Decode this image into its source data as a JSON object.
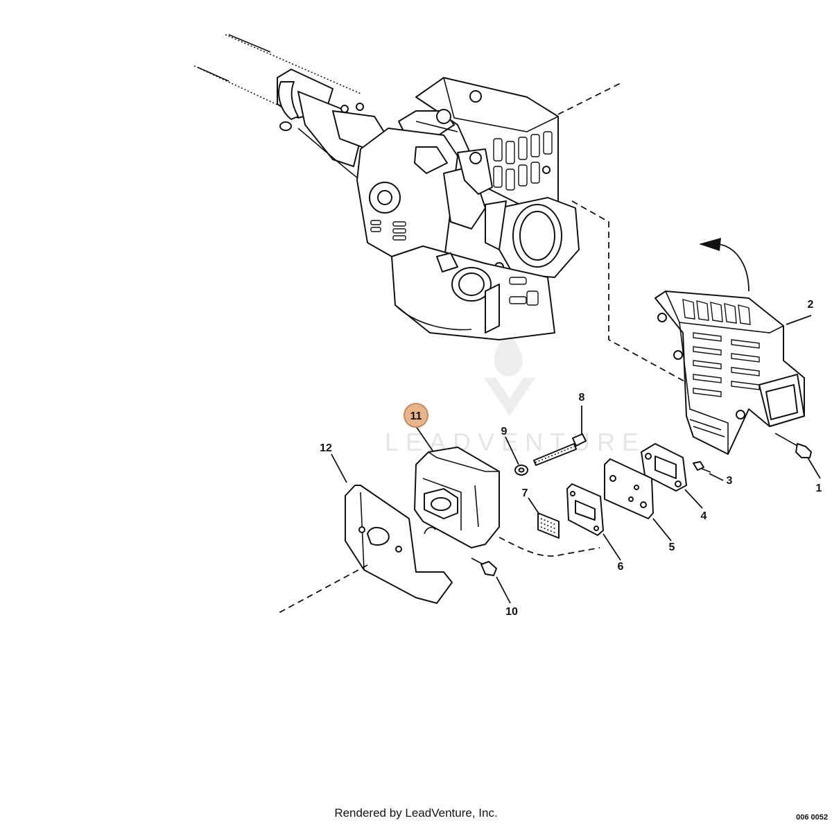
{
  "callouts": {
    "c1": "1",
    "c2": "2",
    "c3": "3",
    "c4": "4",
    "c5": "5",
    "c6": "6",
    "c7": "7",
    "c8": "8",
    "c9": "9",
    "c10": "10",
    "c11": "11",
    "c12": "12"
  },
  "highlighted_callout": "11",
  "watermark": "LEADVENTURE",
  "diagram_code": "006 0052",
  "credit": "Rendered by LeadVenture, Inc.",
  "colors": {
    "highlight_fill": "#E8B58A",
    "highlight_stroke": "#C48A5C",
    "line": "#111111",
    "watermark": "#E3E3E3"
  }
}
